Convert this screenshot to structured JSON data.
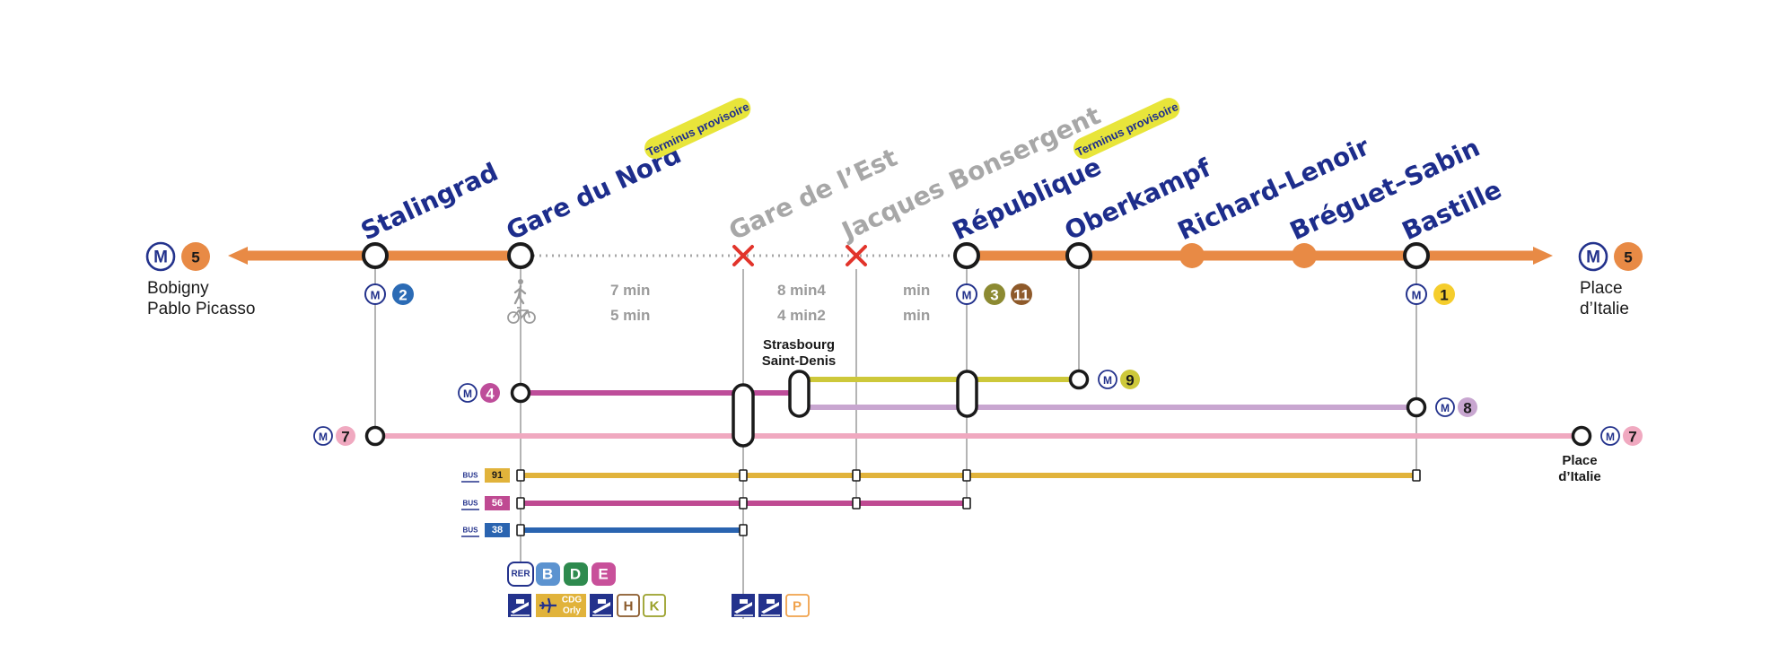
{
  "colors": {
    "line5": "#e88a45",
    "station_blue": "#1d2d8c",
    "closed_grey": "#a7a7a7",
    "closed_x": "#e2342b",
    "pill_yellow": "#e8e53a",
    "metro_blue": "#23328c",
    "line2": "#2b6bb5",
    "line3": "#8c8a32",
    "line11": "#8e5a2a",
    "line1": "#f5cd2c",
    "line4": "#be4d9a",
    "line7": "#f0a9c0",
    "line8": "#c8a6d0",
    "line9": "#cdc83a",
    "bus91": "#e1b33b",
    "bus56": "#bf4a92",
    "bus38": "#2a64b0",
    "rerB": "#5c93d0",
    "rerD": "#2e8a4e",
    "rerE": "#c8509a",
    "transilienH": "#8a5a2b",
    "transilienK": "#9aa02a",
    "parking": "#f0a24c"
  },
  "line_badge": {
    "letter": "M",
    "number": "5"
  },
  "termini": {
    "west": {
      "line1": "Bobigny",
      "line2": "Pablo Picasso"
    },
    "east": {
      "line1": "Place",
      "line2": "d’Italie"
    }
  },
  "stations": [
    {
      "name": "Stalingrad",
      "status": "open"
    },
    {
      "name": "Gare du Nord",
      "status": "open",
      "tag": "Terminus provisoire"
    },
    {
      "name": "Gare de l’Est",
      "status": "closed"
    },
    {
      "name": "Jacques Bonsergent",
      "status": "closed"
    },
    {
      "name": "République",
      "status": "open",
      "tag": "Terminus provisoire"
    },
    {
      "name": "Oberkampf",
      "status": "open"
    },
    {
      "name": "Richard-Lenoir",
      "status": "open"
    },
    {
      "name": "Bréguet–Sabin",
      "status": "open"
    },
    {
      "name": "Bastille",
      "status": "open"
    }
  ],
  "correspondences": {
    "stalingrad": [
      "2"
    ],
    "republique": [
      "3",
      "11"
    ],
    "bastille": [
      "1"
    ]
  },
  "times": {
    "walk": [
      "7 min",
      "8 min4",
      "min"
    ],
    "bike": [
      "5 min",
      "4 min2",
      "min"
    ]
  },
  "strasbourg_label": {
    "line1": "Strasbourg",
    "line2": "Saint-Denis"
  },
  "place_italie_label": {
    "line1": "Place",
    "line2": "d’Italie"
  },
  "metro_lines": [
    {
      "number": "4",
      "from": "Gare du Nord",
      "to": "Strasbourg Saint-Denis"
    },
    {
      "number": "9",
      "from": "Strasbourg Saint-Denis",
      "to": "Oberkampf"
    },
    {
      "number": "8",
      "from": "Strasbourg Saint-Denis",
      "to": "Bastille"
    },
    {
      "number": "7",
      "from": "Stalingrad",
      "to": "Place d’Italie"
    }
  ],
  "bus": {
    "tag": "BUS",
    "lines": [
      {
        "number": "91",
        "stops": [
          "Gare du Nord",
          "Gare de l’Est",
          "Jacques Bonsergent",
          "République",
          "Bastille"
        ]
      },
      {
        "number": "56",
        "stops": [
          "Gare du Nord",
          "Gare de l’Est",
          "Jacques Bonsergent",
          "République"
        ]
      },
      {
        "number": "38",
        "stops": [
          "Gare du Nord",
          "Gare de l’Est"
        ]
      }
    ]
  },
  "rer": {
    "tag": "RER",
    "lines": [
      "B",
      "D",
      "E"
    ]
  },
  "gdn_services": {
    "cdg_line1": "CDG",
    "cdg_line2": "Orly",
    "transilien": [
      "H",
      "K"
    ]
  },
  "gde_services": {
    "parking": "P"
  }
}
